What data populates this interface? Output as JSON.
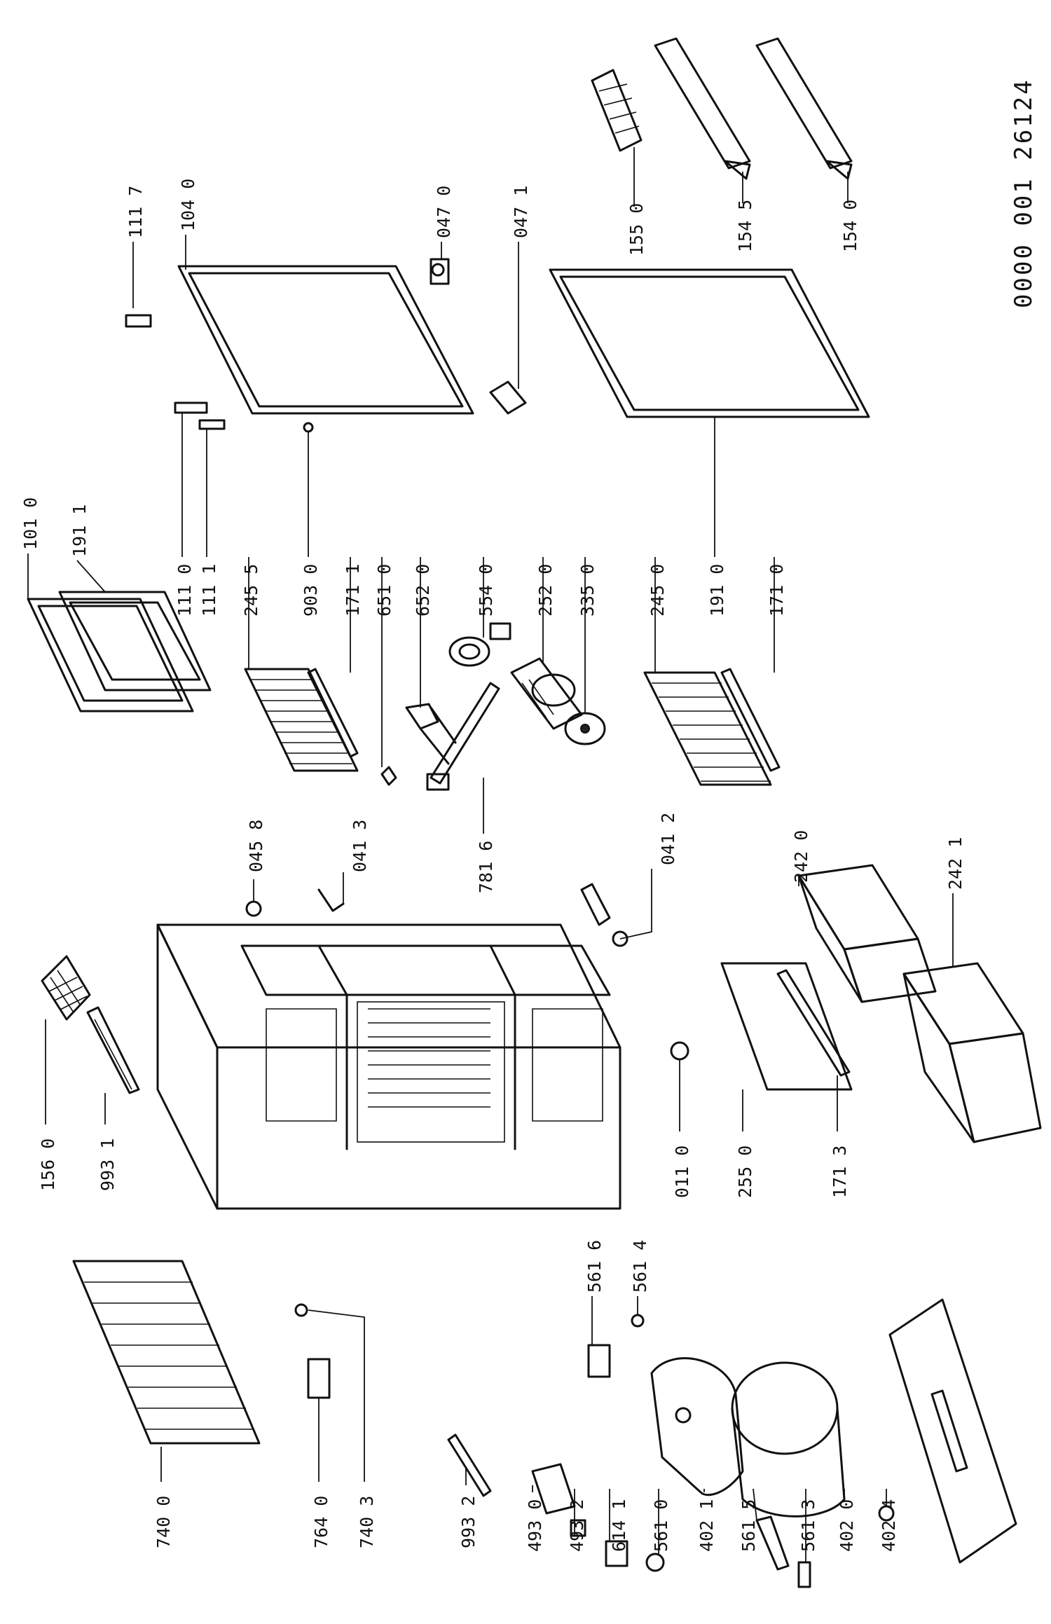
{
  "document_number": "0000 001 26124",
  "parts": {
    "p_111_7": "111 7",
    "p_104_0": "104 0",
    "p_047_0": "047 0",
    "p_047_1": "047 1",
    "p_155_0": "155 0",
    "p_154_5": "154 5",
    "p_154_0": "154 0",
    "p_101_0": "101 0",
    "p_191_1": "191 1",
    "p_111_0": "111 0",
    "p_111_1": "111 1",
    "p_245_5": "245 5",
    "p_903_0": "903 0",
    "p_171_1": "171 1",
    "p_651_0": "651 0",
    "p_652_0": "652 0",
    "p_554_0": "554 0",
    "p_252_0": "252 0",
    "p_335_0": "335 0",
    "p_245_0": "245 0",
    "p_191_0": "191 0",
    "p_171_0": "171 0",
    "p_045_8": "045 8",
    "p_041_3": "041 3",
    "p_781_6": "781 6",
    "p_041_2": "041 2",
    "p_242_0": "242 0",
    "p_242_1": "242 1",
    "p_156_0": "156 0",
    "p_993_1": "993 1",
    "p_011_0": "011 0",
    "p_255_0": "255 0",
    "p_171_3": "171 3",
    "p_740_0": "740 0",
    "p_764_0": "764 0",
    "p_740_3": "740 3",
    "p_993_2": "993 2",
    "p_493_0": "493 0",
    "p_493_2": "493 2",
    "p_614_1": "614 1",
    "p_561_0": "561 0",
    "p_402_1": "402 1",
    "p_561_5": "561 5",
    "p_561_3": "561 3",
    "p_402_0": "402 0",
    "p_402_4": "402 4",
    "p_561_6": "561 6",
    "p_561_4": "561 4"
  }
}
